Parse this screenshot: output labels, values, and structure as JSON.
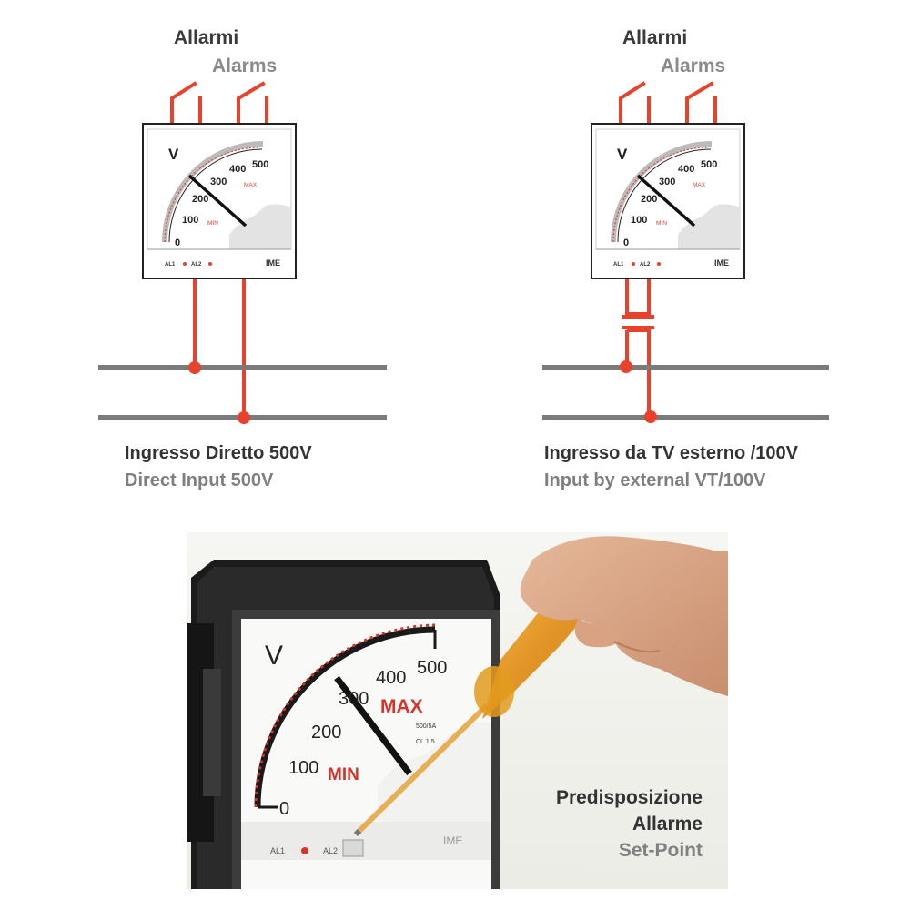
{
  "alarm_labels": {
    "it": "Allarmi",
    "en": "Alarms"
  },
  "meter": {
    "unit": "V",
    "scale": [
      "0",
      "100",
      "200",
      "300",
      "400",
      "500"
    ],
    "min_label": "MIN",
    "max_label": "MAX",
    "al1": "AL1",
    "al2": "AL2",
    "brand": "IME"
  },
  "diagram_left": {
    "caption_it": "Ingresso Diretto 500V",
    "caption_en": "Direct Input 500V"
  },
  "diagram_right": {
    "caption_it": "Ingresso da TV esterno /100V",
    "caption_en": "Input by external VT/100V"
  },
  "photo": {
    "caption_line1": "Predisposizione",
    "caption_line2": "Allarme",
    "caption_line3": "Set-Point",
    "rating": "500/5A",
    "class": "CL.1,5"
  },
  "colors": {
    "red": "#e8412c",
    "line_gray": "#7b7b7b",
    "dark": "#1a1a1a"
  }
}
